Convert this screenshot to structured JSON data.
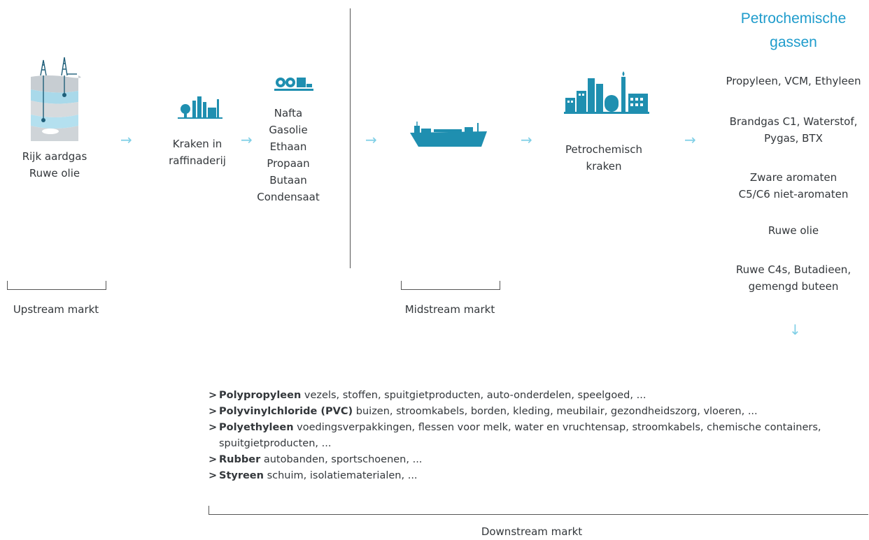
{
  "upstream": {
    "source_lines": [
      "Rijk aardgas",
      "Ruwe olie"
    ],
    "refinery_lines": [
      "Kraken in",
      "raffinaderij"
    ],
    "feedstock_lines": [
      "Nafta",
      "Gasolie",
      "Ethaan",
      "Propaan",
      "Butaan",
      "Condensaat"
    ],
    "market_label": "Upstream markt"
  },
  "midstream": {
    "cracker_lines": [
      "Petrochemisch",
      "kraken"
    ],
    "market_label": "Midstream markt"
  },
  "gases": {
    "title_lines": [
      "Petrochemische",
      "gassen"
    ],
    "groups": [
      [
        "Propyleen, VCM, Ethyleen"
      ],
      [
        "Brandgas C1, Waterstof,",
        "Pygas, BTX"
      ],
      [
        "Zware aromaten",
        "C5/C6 niet-aromaten"
      ],
      [
        "Ruwe olie"
      ],
      [
        "Ruwe C4s, Butadieen,",
        "gemengd buteen"
      ]
    ]
  },
  "downstream": {
    "marker": ">",
    "products": [
      {
        "name": "Polypropyleen",
        "uses": " vezels, stoffen, spuitgietproducten, auto-onderdelen, speelgoed, ..."
      },
      {
        "name": "Polyvinylchloride (PVC)",
        "uses": " buizen, stroomkabels, borden, kleding,  meubilair, gezondheidszorg, vloeren, ..."
      },
      {
        "name": "Polyethyleen",
        "uses": " voedingsverpakkingen, flessen voor melk, water en vruchtensap, stroomkabels, chemische containers, spuitgietproducten, ..."
      },
      {
        "name": "Rubber",
        "uses": " autobanden, sportschoenen, ..."
      },
      {
        "name": "Styreen",
        "uses": " schuim, isolatiematerialen, ..."
      }
    ],
    "market_label": "Downstream markt"
  },
  "icons": {
    "flow_arrow": "→",
    "down_arrow": "↓",
    "accent_color": "#1f9ccc",
    "arrow_color": "#7fcfe6"
  }
}
